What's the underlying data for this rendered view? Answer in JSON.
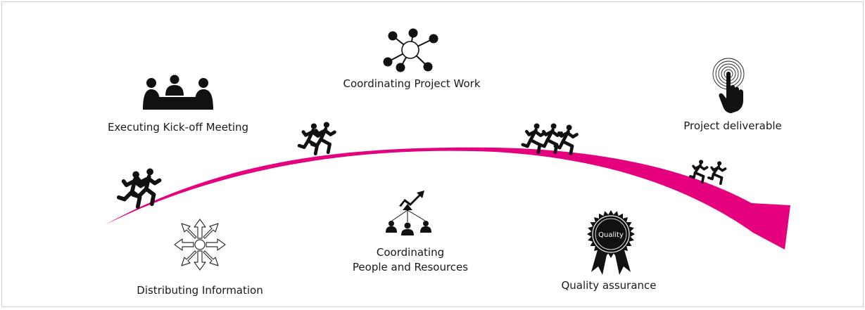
{
  "colors": {
    "arrow": "#e5007e",
    "ink": "#111111"
  },
  "steps": {
    "kickoff": {
      "label": "Executing Kick-off Meeting",
      "icon": "meeting-table-icon"
    },
    "distributing": {
      "label": "Distributing Information",
      "icon": "distribution-arrows-icon"
    },
    "coordinating_work": {
      "label": "Coordinating Project Work",
      "icon": "network-hub-icon"
    },
    "coordinating_people": {
      "label_line1": "Coordinating",
      "label_line2": "People and Resources",
      "icon": "team-growth-icon"
    },
    "quality": {
      "label": "Quality assurance",
      "badge_text": "Quality",
      "icon": "quality-rosette-icon"
    },
    "deliverable": {
      "label": "Project deliverable",
      "icon": "touch-finger-icon"
    }
  },
  "runners": [
    {
      "icon": "two-runners-icon"
    },
    {
      "icon": "two-runners-icon"
    },
    {
      "icon": "three-runners-icon"
    },
    {
      "icon": "two-runners-icon"
    }
  ]
}
